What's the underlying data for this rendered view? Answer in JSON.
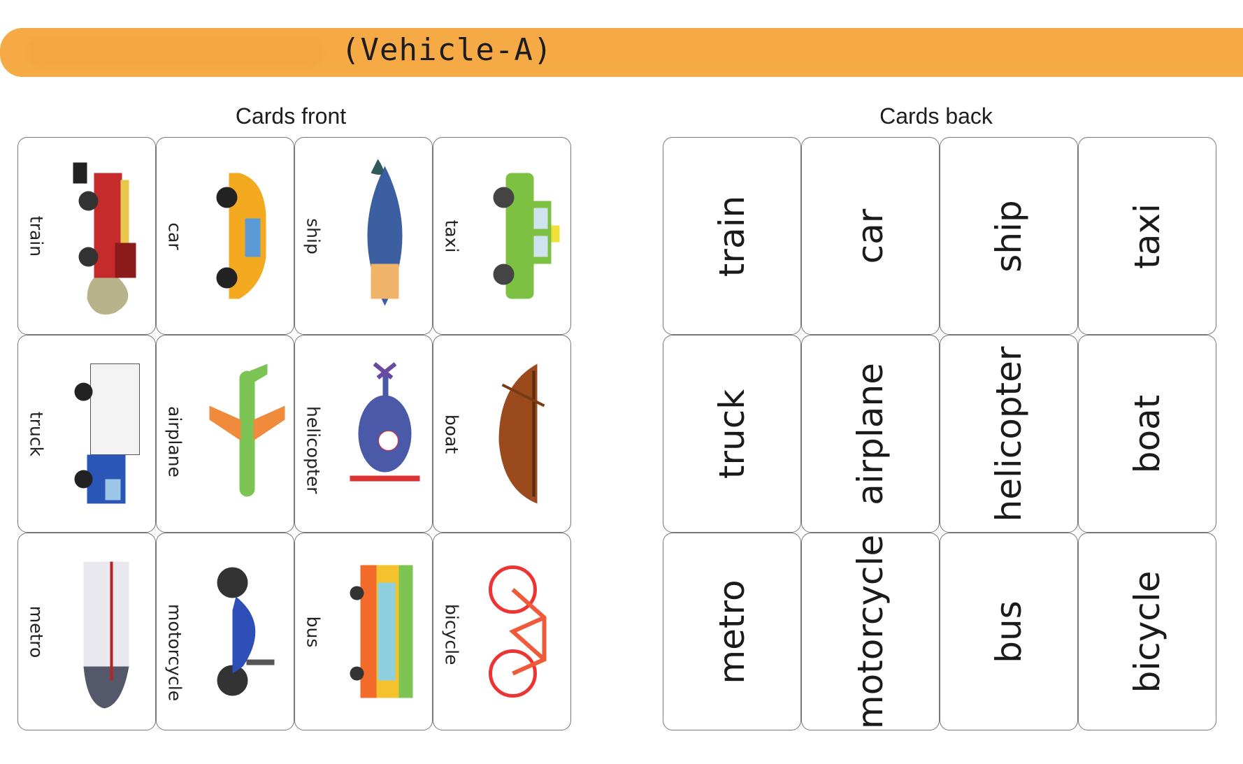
{
  "header": {
    "title": "(Vehicle-A)",
    "color": "#f5aa45"
  },
  "front": {
    "title": "Cards front",
    "cards": [
      {
        "label": "train",
        "icon": "train-icon"
      },
      {
        "label": "car",
        "icon": "car-icon"
      },
      {
        "label": "ship",
        "icon": "ship-icon"
      },
      {
        "label": "taxi",
        "icon": "taxi-icon"
      },
      {
        "label": "truck",
        "icon": "truck-icon"
      },
      {
        "label": "airplane",
        "icon": "airplane-icon"
      },
      {
        "label": "helicopter",
        "icon": "helicopter-icon"
      },
      {
        "label": "boat",
        "icon": "boat-icon"
      },
      {
        "label": "metro",
        "icon": "metro-icon"
      },
      {
        "label": "motorcycle",
        "icon": "motorcycle-icon"
      },
      {
        "label": "bus",
        "icon": "bus-icon"
      },
      {
        "label": "bicycle",
        "icon": "bicycle-icon"
      }
    ]
  },
  "back": {
    "title": "Cards back",
    "cards": [
      "train",
      "car",
      "ship",
      "taxi",
      "truck",
      "airplane",
      "helicopter",
      "boat",
      "metro",
      "motorcycle",
      "bus",
      "bicycle"
    ]
  }
}
